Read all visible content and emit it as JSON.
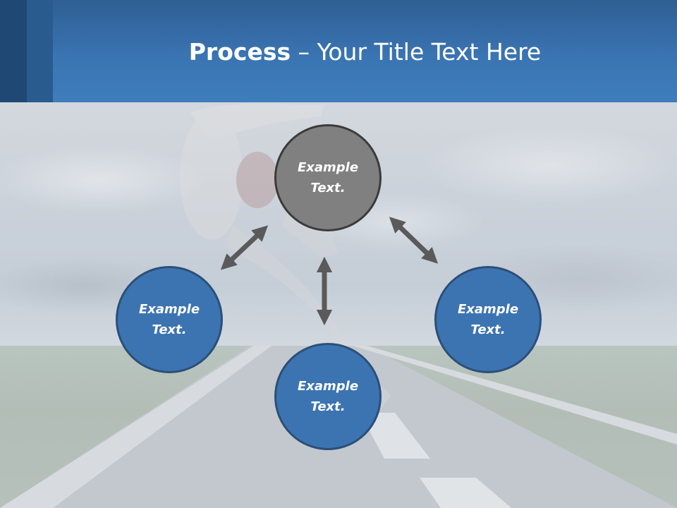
{
  "slide": {
    "title_bold": "Process",
    "title_rest": " – Your Title Text Here"
  },
  "diagram": {
    "nodes": [
      {
        "id": "top",
        "text": "Example Text.",
        "color": "#808080"
      },
      {
        "id": "left",
        "text": "Example Text.",
        "color": "#3c74b2"
      },
      {
        "id": "bottom",
        "text": "Example Text.",
        "color": "#3c74b2"
      },
      {
        "id": "right",
        "text": "Example Text.",
        "color": "#3c74b2"
      }
    ],
    "arrow_color": "#5a5a5a"
  },
  "colors": {
    "header": "#3a74b2",
    "header_dark": "#1f4874"
  }
}
